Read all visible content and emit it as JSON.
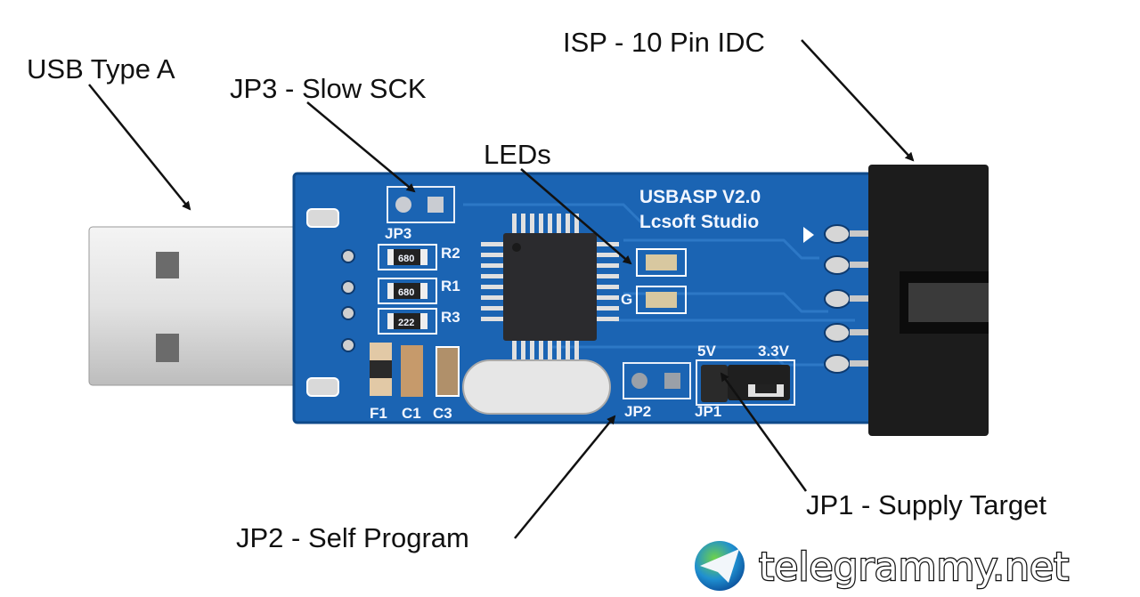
{
  "labels": {
    "usb": "USB Type A",
    "jp3": "JP3 - Slow SCK",
    "leds": "LEDs",
    "isp": "ISP - 10 Pin IDC",
    "jp2": "JP2 - Self Program",
    "jp1": "JP1 - Supply Target"
  },
  "silkscreen": {
    "title": "USBASP V2.0",
    "maker": "Lcsoft Studio",
    "jp3": "JP3",
    "r2": "R2",
    "r1": "R1",
    "r3": "R3",
    "r2_val": "680",
    "r1_val": "680",
    "r3_val": "222",
    "f1": "F1",
    "c1": "C1",
    "c3": "C3",
    "led_g": "G",
    "jp2": "JP2",
    "jp1": "JP1",
    "v5": "5V",
    "v33": "3.3V"
  },
  "watermark": "telegrammy.net",
  "colors": {
    "pcb": "#1b64b3",
    "connector": "#1a1a1a",
    "plug": "#dcdcdc"
  }
}
